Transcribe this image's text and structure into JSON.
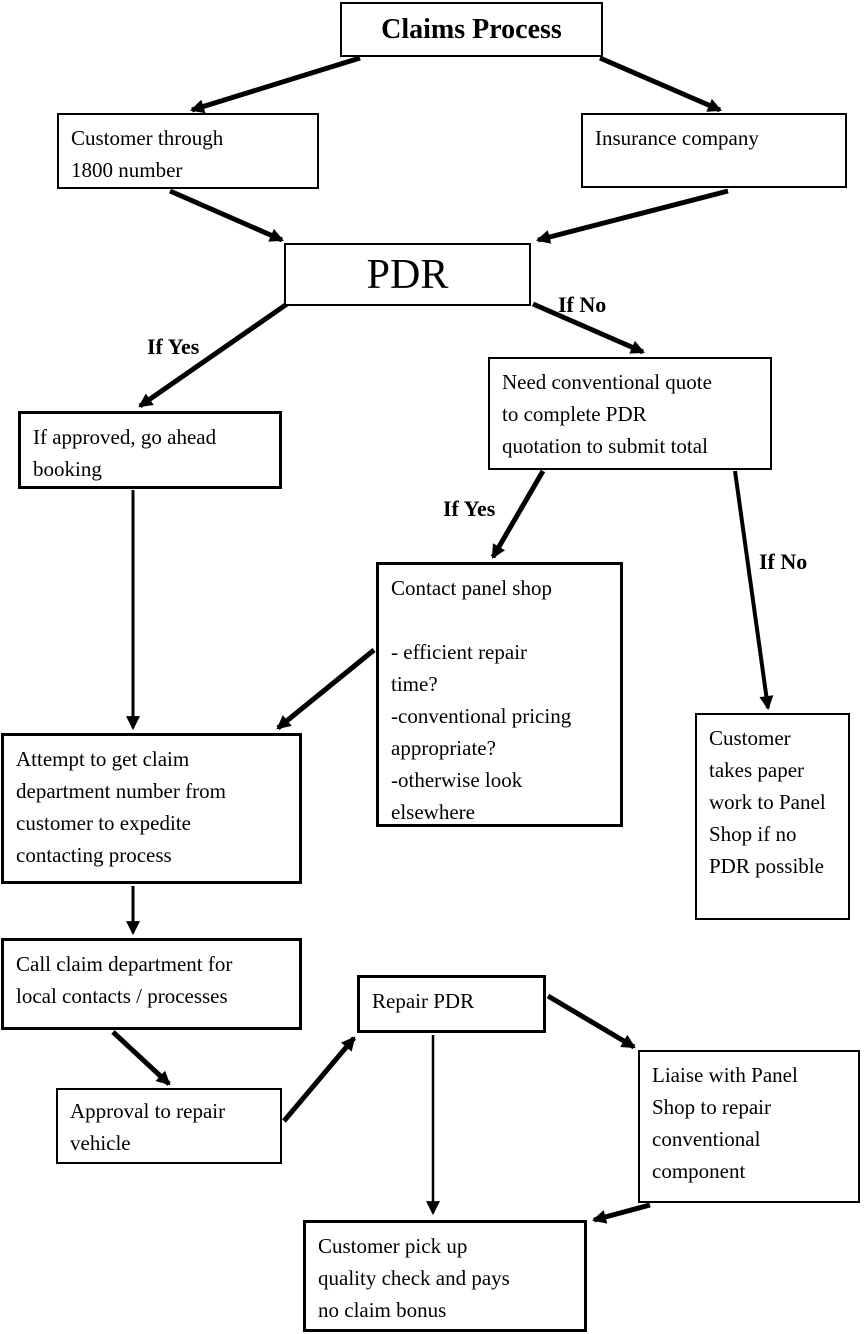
{
  "diagram": {
    "nodes": {
      "claims_process": "Claims Process",
      "customer_1800": "Customer through\n1800 number",
      "insurance_company": "Insurance company",
      "pdr": "PDR",
      "need_quote": "Need conventional quote\nto complete PDR\nquotation to submit total",
      "if_approved": "If approved, go ahead\nbooking",
      "contact_panel": "Contact panel shop\n\n- efficient repair\ntime?\n-conventional pricing\nappropriate?\n-otherwise look\nelsewhere",
      "customer_paperwork": "Customer\ntakes paper\nwork to Panel\nShop if no\nPDR possible",
      "attempt_claim": "Attempt to get claim\ndepartment number from\ncustomer to expedite\ncontacting process",
      "call_claim": "Call claim department for\nlocal contacts / processes",
      "repair_pdr": "Repair PDR",
      "approval_repair": "Approval to repair\nvehicle",
      "liaise_panel": "Liaise with Panel\nShop to repair\nconventional\ncomponent",
      "customer_pickup": "Customer pick up\nquality check and pays\nno claim bonus"
    },
    "edge_labels": {
      "if_yes_1": "If Yes",
      "if_no_1": "If No",
      "if_yes_2": "If Yes",
      "if_no_2": "If No"
    },
    "colors": {
      "line": "#000000",
      "background": "#ffffff",
      "text": "#000000"
    }
  }
}
